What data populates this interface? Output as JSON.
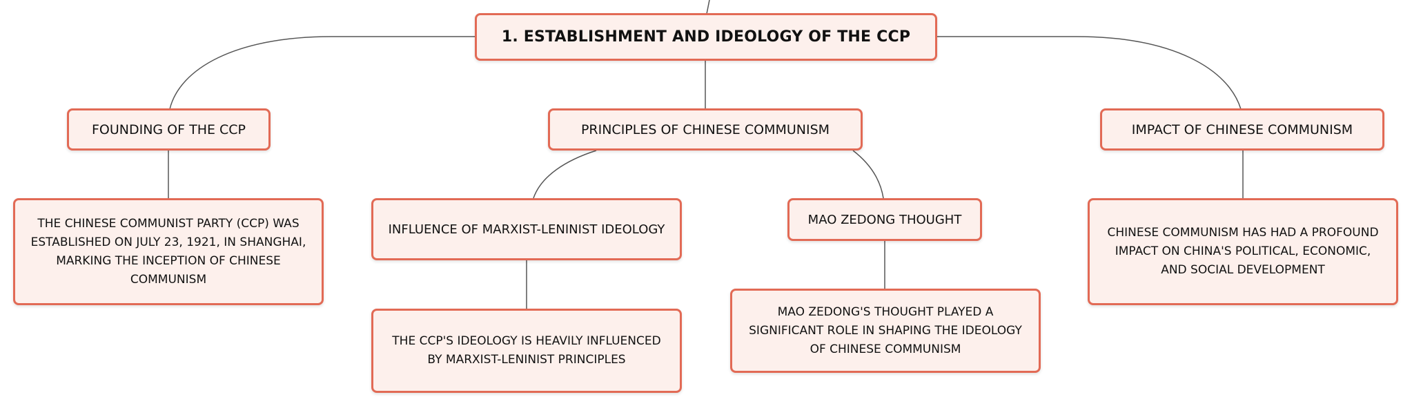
{
  "colors": {
    "node_border": "#e26a55",
    "node_fill": "#fdf0ec",
    "connector": "#555555",
    "text": "#111111"
  },
  "root": {
    "label": "1. ESTABLISHMENT AND IDEOLOGY OF THE CCP"
  },
  "branches": {
    "founding": {
      "label": "FOUNDING OF THE CCP",
      "detail": "THE CHINESE COMMUNIST PARTY (CCP) WAS ESTABLISHED ON JULY 23, 1921, IN SHANGHAI, MARKING THE INCEPTION OF CHINESE COMMUNISM"
    },
    "principles": {
      "label": "PRINCIPLES OF CHINESE COMMUNISM",
      "marxism": {
        "label": "INFLUENCE OF MARXIST-LENINIST IDEOLOGY",
        "detail": "THE CCP'S IDEOLOGY IS HEAVILY INFLUENCED BY MARXIST-LENINIST PRINCIPLES"
      },
      "mao": {
        "label": "MAO ZEDONG THOUGHT",
        "detail": "MAO ZEDONG'S THOUGHT PLAYED A SIGNIFICANT ROLE IN SHAPING THE IDEOLOGY OF CHINESE COMMUNISM"
      }
    },
    "impact": {
      "label": "IMPACT OF CHINESE COMMUNISM",
      "detail": "CHINESE COMMUNISM HAS HAD A PROFOUND IMPACT ON CHINA'S POLITICAL, ECONOMIC, AND SOCIAL DEVELOPMENT"
    }
  }
}
